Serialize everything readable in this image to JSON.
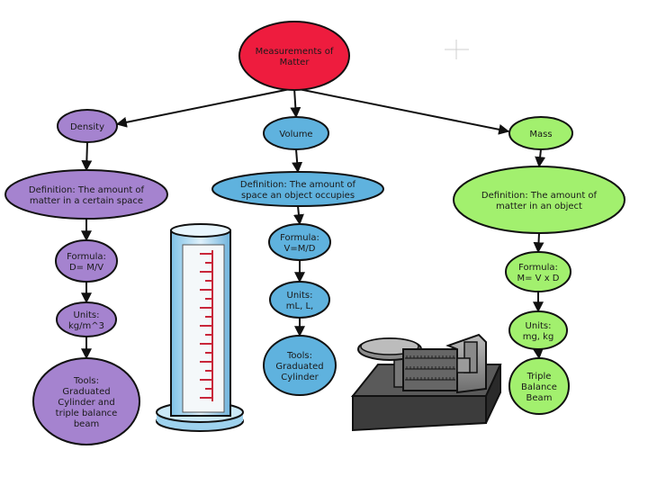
{
  "colors": {
    "root": "#ee1c3e",
    "density": "#a583cf",
    "volume": "#5fb2de",
    "mass": "#a2f06e"
  },
  "root": {
    "text": [
      "Measurements of",
      "Matter"
    ]
  },
  "branches": [
    {
      "id": "density",
      "title": [
        "Density"
      ],
      "definition": [
        "Definition: The amount of",
        "matter in a certain space"
      ],
      "formula": [
        "Formula:",
        "D= M/V"
      ],
      "units": [
        "Units:",
        "kg/m^3"
      ],
      "tools": [
        "Tools:",
        "Graduated",
        "Cylinder and",
        "triple balance",
        "beam"
      ]
    },
    {
      "id": "volume",
      "title": [
        "Volume"
      ],
      "definition": [
        "Definition: The amount of",
        "space an object occupies"
      ],
      "formula": [
        "Formula:",
        "V=M/D"
      ],
      "units": [
        "Units:",
        "mL, L,"
      ],
      "tools": [
        "Tools:",
        "Graduated",
        "Cylinder"
      ]
    },
    {
      "id": "mass",
      "title": [
        "Mass"
      ],
      "definition": [
        "Definition: The amount of",
        "matter in an object"
      ],
      "formula": [
        "Formula:",
        "M= V x D"
      ],
      "units": [
        "Units:",
        "mg, kg"
      ],
      "tools": [
        "Triple",
        "Balance",
        "Beam"
      ]
    }
  ],
  "illustrations": [
    "graduated-cylinder-clipart",
    "triple-beam-balance-clipart"
  ]
}
